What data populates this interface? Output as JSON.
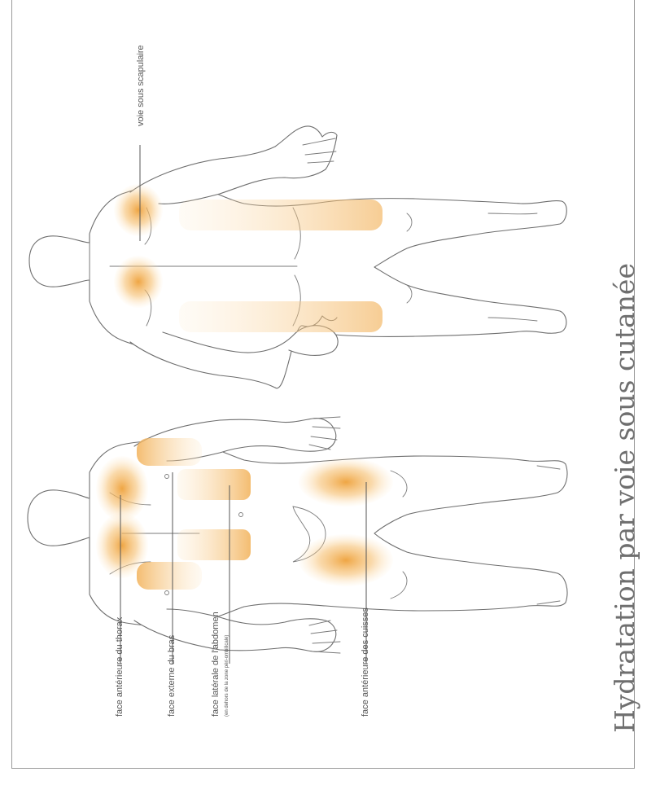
{
  "title": "Hydratation par voie sous cutanée",
  "labels": {
    "voie_scapulaire": "voie sous scapulaire",
    "thorax": "face antérieure du thorax",
    "bras": "face externe du bras",
    "abdomen": "face latérale de l'abdomen",
    "abdomen_note": "(en dehors de la zone péri-ombilicale)",
    "cuisses": "face antérieure des cuisses"
  },
  "colors": {
    "zone_core": "#eea13a",
    "zone_soft": "#fbd9a0",
    "outline": "#6e6e6e",
    "text": "#555555",
    "title": "#6f6f6f"
  }
}
